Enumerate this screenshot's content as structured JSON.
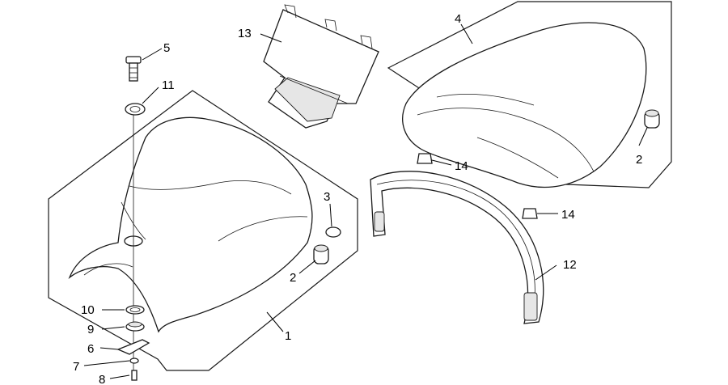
{
  "callouts": {
    "c1": "1",
    "c2a": "2",
    "c2b": "2",
    "c3": "3",
    "c4": "4",
    "c5": "5",
    "c6": "6",
    "c7": "7",
    "c8": "8",
    "c9": "9",
    "c10": "10",
    "c11": "11",
    "c12": "12",
    "c13": "13",
    "c14a": "14",
    "c14b": "14"
  }
}
